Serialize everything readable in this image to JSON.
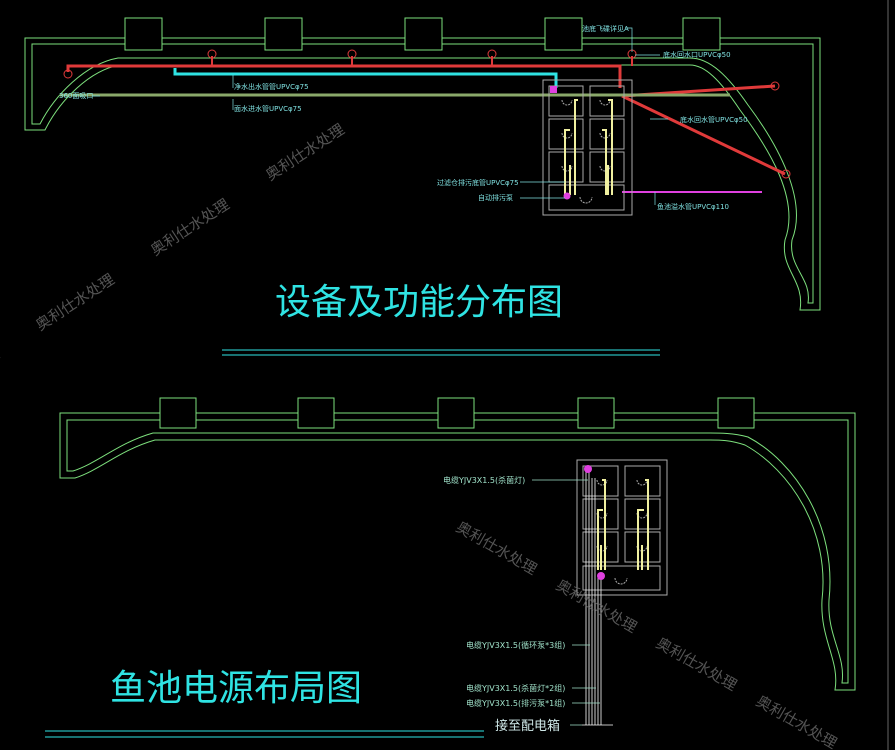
{
  "top_plan": {
    "title": "设备及功能分布图",
    "labels": {
      "pond_light": "池底飞碟详见A",
      "bottom_drain": "底水回水口UPVCφ50",
      "bottom_return_pipe": "底水回水管UPVCφ50",
      "clean_outlet": "净水出水管管UPVCφ75",
      "surface_inlet": "面水进水管UPVCφ75",
      "skimmer": "360面吸口",
      "filter_drain": "过滤仓排污底管UPVCφ75",
      "auto_pump": "自动排污泵",
      "overflow": "鱼池溢水管UPVCφ110"
    }
  },
  "bottom_plan": {
    "title": "鱼池电源布局图",
    "labels": {
      "cable_uv": "电缆YJV3X1.5(杀菌灯)",
      "cable_pump": "电缆YJV3X1.5(循环泵*3组)",
      "cable_uv2": "电缆YJV3X1.5(杀菌灯*2组)",
      "cable_drain": "电缆YJV3X1.5(排污泵*1组)",
      "to_box": "接至配电箱"
    }
  },
  "watermark": "奥利仕水处理",
  "colors": {
    "outline": "#7de07d",
    "red": "#e03a3a",
    "cyan": "#2fe3e3",
    "olive": "#8aa86a",
    "magenta": "#e040e0",
    "yellow": "#f0f0a0"
  }
}
